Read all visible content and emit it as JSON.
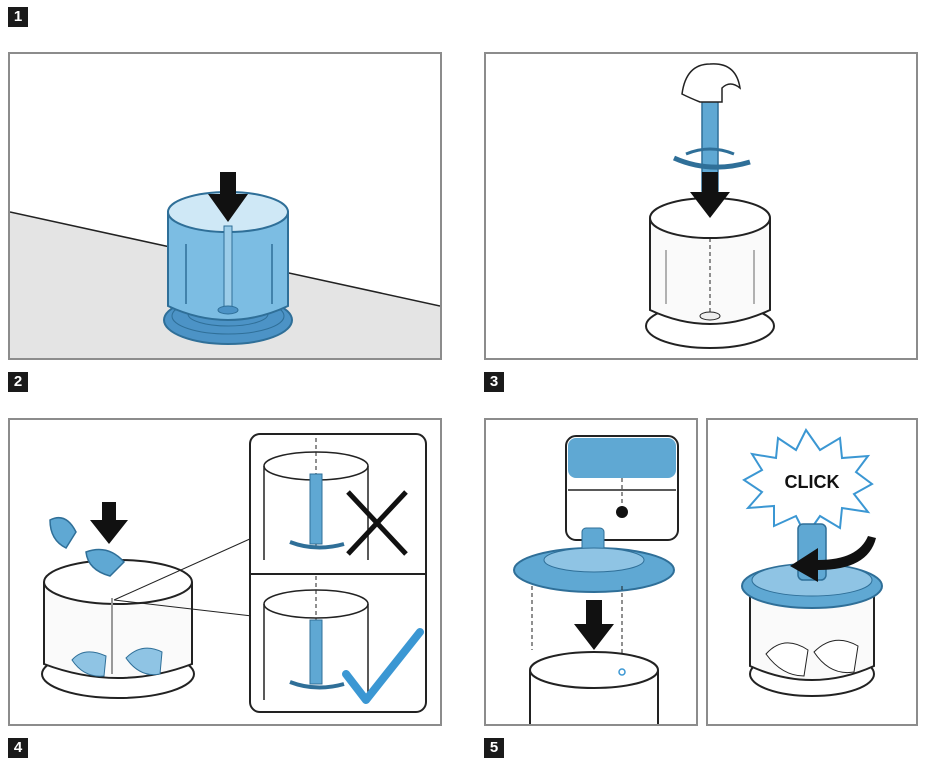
{
  "steps": {
    "s1": "1",
    "s2": "2",
    "s3": "3",
    "s4": "4",
    "s5": "5"
  },
  "click_label": "CLICK",
  "colors": {
    "blue": "#5fa8d3",
    "blue_light": "#bfe0f2",
    "blue_dark": "#2f6f98",
    "check_blue": "#3b97d3",
    "frame": "#8c8c8c",
    "surface": "#e4e4e4"
  }
}
